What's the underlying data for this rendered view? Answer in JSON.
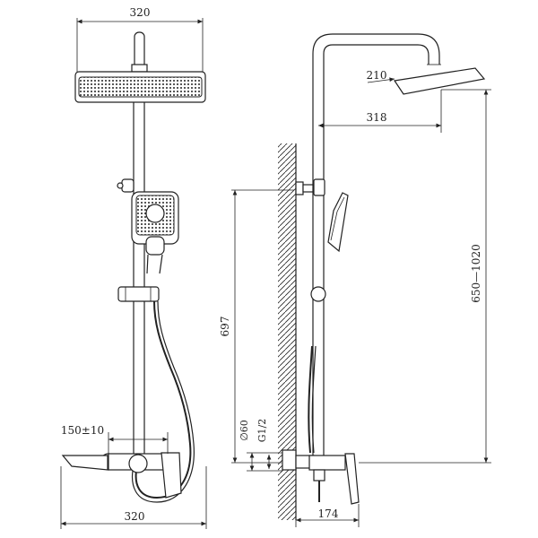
{
  "front_view": {
    "top_width_label": "320",
    "wall_offset_label": "150±10",
    "bottom_width_label": "320"
  },
  "side_view": {
    "head_size_label": "210",
    "arm_reach_label": "318",
    "bracket_height_label": "697",
    "rail_range_label": "650—1020",
    "diameter_label": "∅60",
    "thread_label": "G1/2",
    "depth_label": "174"
  }
}
